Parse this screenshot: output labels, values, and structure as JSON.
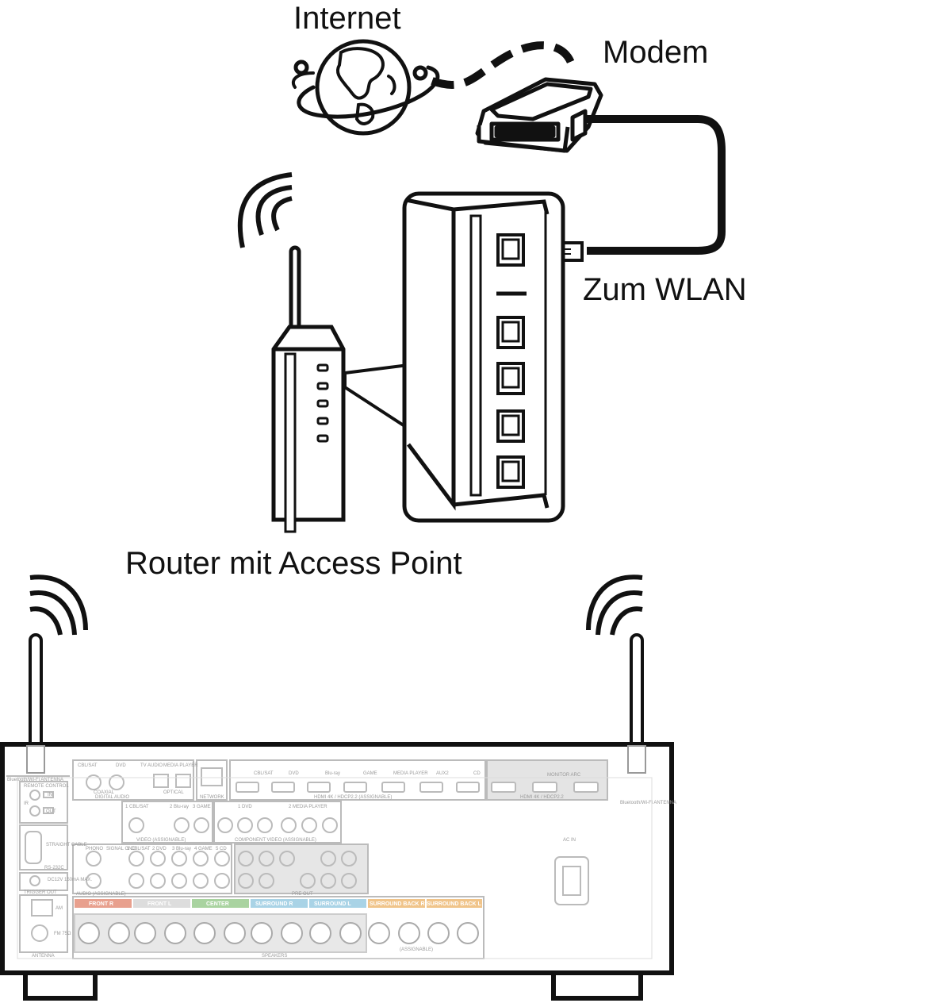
{
  "labels": {
    "internet": "Internet",
    "modem": "Modem",
    "wlan": "Zum WLAN",
    "router": "Router mit Access Point"
  },
  "panel": {
    "antenna_left": "Bluetooth/Wi-Fi ANTENNA",
    "antenna_right": "Bluetooth/Wi-Fi ANTENNA",
    "remote_control": "REMOTE CONTROL",
    "remote_in": "IN",
    "remote_out": "OUT",
    "ir": "IR",
    "digital_inputs": [
      "CBL/SAT",
      "DVD",
      "TV AUDIO",
      "MEDIA PLAYER"
    ],
    "coaxial": "COAXIAL",
    "optical": "OPTICAL",
    "digital_audio": "DIGITAL AUDIO",
    "network": "NETWORK",
    "hdmi_inputs": [
      "CBL/SAT",
      "DVD",
      "Blu-ray",
      "GAME",
      "MEDIA PLAYER",
      "AUX2",
      "CD"
    ],
    "hdmi_label": "HDMI 4K / HDCP2.2 (ASSIGNABLE)",
    "monitor_arc": "MONITOR ARC",
    "hdmi_out_label": "HDMI 4K / HDCP2.2",
    "video_inputs": [
      "1 CBL/SAT",
      "2 Blu-ray",
      "3 GAME"
    ],
    "video_label": "VIDEO (ASSIGNABLE)",
    "component_inputs": [
      "1 DVD",
      "2 MEDIA PLAYER"
    ],
    "component_label": "COMPONENT VIDEO (ASSIGNABLE)",
    "rs232c": "RS-232C",
    "straight_cable": "STRAIGHT CABLE",
    "phono": "PHONO",
    "signal_gnd": "SIGNAL GND",
    "audio_inputs": [
      "1 CBL/SAT",
      "2 DVD",
      "3 Blu-ray",
      "4 GAME",
      "5 CD"
    ],
    "audio_label": "AUDIO (ASSIGNABLE)",
    "preout": "PRE OUT",
    "dc_out": "DC12V 150mA MAX.",
    "trigger_out": "TRIGGER OUT",
    "am": "AM",
    "fm": "FM 75Ω",
    "antenna": "ANTENNA",
    "speaker_groups": [
      "FRONT R",
      "FRONT L",
      "CENTER",
      "SURROUND R",
      "SURROUND L",
      "SURROUND BACK R",
      "SURROUND BACK L"
    ],
    "speakers": "SPEAKERS",
    "assignable": "(ASSIGNABLE)",
    "ac_in": "AC IN"
  },
  "colors": {
    "front": "#e8a08e",
    "center": "#a9d3a0",
    "surround": "#a9d3e6",
    "surround_back": "#f0c48a"
  }
}
